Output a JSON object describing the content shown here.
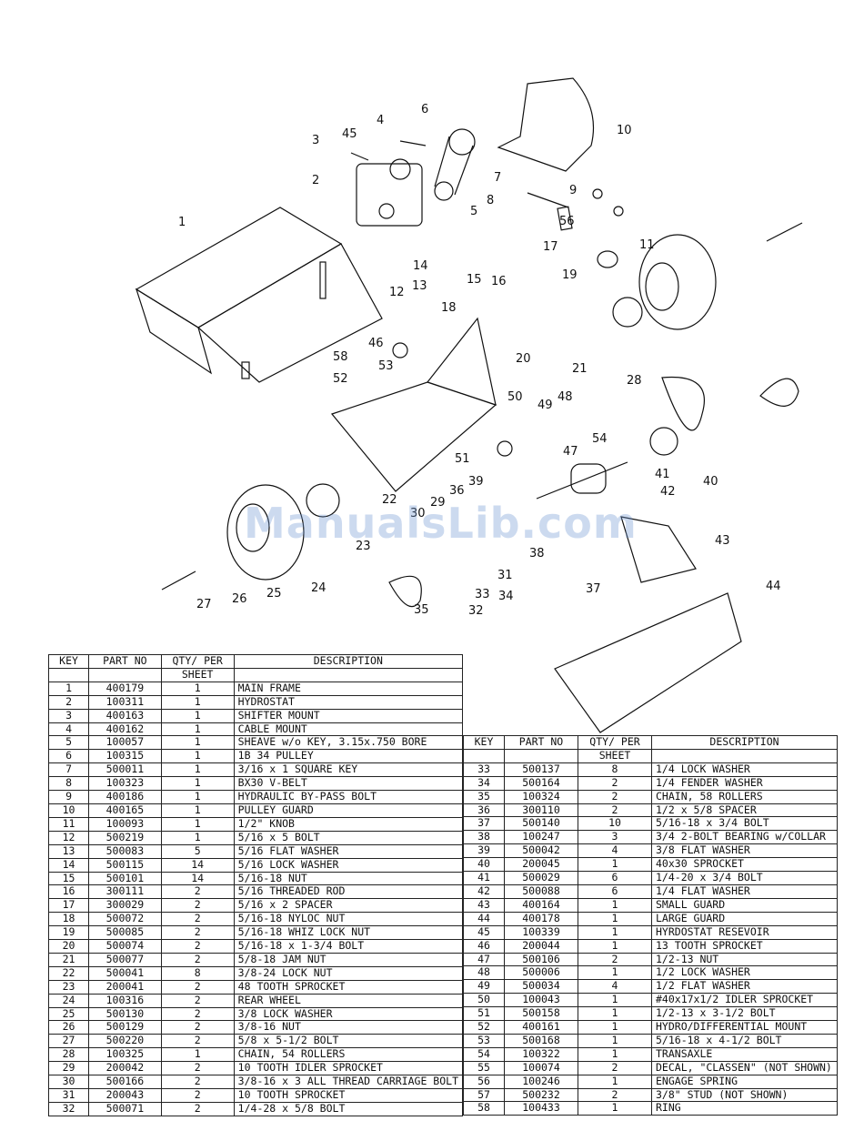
{
  "watermark": "ManualsLib.com",
  "callouts": [
    "1",
    "2",
    "3",
    "4",
    "5",
    "6",
    "7",
    "8",
    "9",
    "10",
    "11",
    "12",
    "13",
    "14",
    "15",
    "16",
    "17",
    "18",
    "19",
    "20",
    "21",
    "22",
    "23",
    "24",
    "25",
    "26",
    "27",
    "28",
    "29",
    "30",
    "31",
    "32",
    "33",
    "34",
    "35",
    "36",
    "37",
    "38",
    "39",
    "40",
    "41",
    "42",
    "43",
    "44",
    "45",
    "46",
    "47",
    "48",
    "49",
    "50",
    "51",
    "52",
    "53",
    "54",
    "56",
    "58"
  ],
  "table_left": {
    "headers": [
      "KEY",
      "PART NO",
      "QTY/ PER",
      "DESCRIPTION"
    ],
    "subheader": "SHEET",
    "rows": [
      [
        "1",
        "400179",
        "1",
        "MAIN FRAME"
      ],
      [
        "2",
        "100311",
        "1",
        "HYDROSTAT"
      ],
      [
        "3",
        "400163",
        "1",
        "SHIFTER MOUNT"
      ],
      [
        "4",
        "400162",
        "1",
        "CABLE MOUNT"
      ],
      [
        "5",
        "100057",
        "1",
        "SHEAVE w/o KEY, 3.15x.750 BORE"
      ],
      [
        "6",
        "100315",
        "1",
        "1B 34 PULLEY"
      ],
      [
        "7",
        "500011",
        "1",
        "3/16 x 1 SQUARE KEY"
      ],
      [
        "8",
        "100323",
        "1",
        "BX30 V-BELT"
      ],
      [
        "9",
        "400186",
        "1",
        "HYDRAULIC BY-PASS BOLT"
      ],
      [
        "10",
        "400165",
        "1",
        "PULLEY GUARD"
      ],
      [
        "11",
        "100093",
        "1",
        "1/2\" KNOB"
      ],
      [
        "12",
        "500219",
        "1",
        "5/16 x 5 BOLT"
      ],
      [
        "13",
        "500083",
        "5",
        "5/16 FLAT WASHER"
      ],
      [
        "14",
        "500115",
        "14",
        "5/16 LOCK WASHER"
      ],
      [
        "15",
        "500101",
        "14",
        "5/16-18 NUT"
      ],
      [
        "16",
        "300111",
        "2",
        "5/16 THREADED ROD"
      ],
      [
        "17",
        "300029",
        "2",
        "5/16 x 2 SPACER"
      ],
      [
        "18",
        "500072",
        "2",
        "5/16-18 NYLOC NUT"
      ],
      [
        "19",
        "500085",
        "2",
        "5/16-18 WHIZ LOCK NUT"
      ],
      [
        "20",
        "500074",
        "2",
        "5/16-18 x 1-3/4 BOLT"
      ],
      [
        "21",
        "500077",
        "2",
        "5/8-18 JAM NUT"
      ],
      [
        "22",
        "500041",
        "8",
        "3/8-24 LOCK NUT"
      ],
      [
        "23",
        "200041",
        "2",
        "48 TOOTH SPROCKET"
      ],
      [
        "24",
        "100316",
        "2",
        "REAR WHEEL"
      ],
      [
        "25",
        "500130",
        "2",
        "3/8 LOCK WASHER"
      ],
      [
        "26",
        "500129",
        "2",
        "3/8-16 NUT"
      ],
      [
        "27",
        "500220",
        "2",
        "5/8 x 5-1/2 BOLT"
      ],
      [
        "28",
        "100325",
        "1",
        "CHAIN, 54 ROLLERS"
      ],
      [
        "29",
        "200042",
        "2",
        "10 TOOTH IDLER SPROCKET"
      ],
      [
        "30",
        "500166",
        "2",
        "3/8-16 x 3 ALL THREAD CARRIAGE BOLT"
      ],
      [
        "31",
        "200043",
        "2",
        "10 TOOTH SPROCKET"
      ],
      [
        "32",
        "500071",
        "2",
        "1/4-28 x 5/8 BOLT"
      ]
    ]
  },
  "table_right": {
    "headers": [
      "KEY",
      "PART NO",
      "QTY/ PER",
      "DESCRIPTION"
    ],
    "subheader": "SHEET",
    "rows": [
      [
        "33",
        "500137",
        "8",
        "1/4 LOCK WASHER"
      ],
      [
        "34",
        "500164",
        "2",
        "1/4 FENDER WASHER"
      ],
      [
        "35",
        "100324",
        "2",
        "CHAIN, 58 ROLLERS"
      ],
      [
        "36",
        "300110",
        "2",
        "1/2 x 5/8 SPACER"
      ],
      [
        "37",
        "500140",
        "10",
        "5/16-18 x 3/4 BOLT"
      ],
      [
        "38",
        "100247",
        "3",
        "3/4 2-BOLT BEARING w/COLLAR"
      ],
      [
        "39",
        "500042",
        "4",
        "3/8 FLAT WASHER"
      ],
      [
        "40",
        "200045",
        "1",
        "40x30 SPROCKET"
      ],
      [
        "41",
        "500029",
        "6",
        "1/4-20 x 3/4 BOLT"
      ],
      [
        "42",
        "500088",
        "6",
        "1/4 FLAT WASHER"
      ],
      [
        "43",
        "400164",
        "1",
        "SMALL GUARD"
      ],
      [
        "44",
        "400178",
        "1",
        "LARGE GUARD"
      ],
      [
        "45",
        "100339",
        "1",
        "HYRDOSTAT RESEVOIR"
      ],
      [
        "46",
        "200044",
        "1",
        "13 TOOTH SPROCKET"
      ],
      [
        "47",
        "500106",
        "2",
        "1/2-13 NUT"
      ],
      [
        "48",
        "500006",
        "1",
        "1/2 LOCK WASHER"
      ],
      [
        "49",
        "500034",
        "4",
        "1/2 FLAT WASHER"
      ],
      [
        "50",
        "100043",
        "1",
        "#40x17x1/2 IDLER SPROCKET"
      ],
      [
        "51",
        "500158",
        "1",
        "1/2-13 x 3-1/2 BOLT"
      ],
      [
        "52",
        "400161",
        "1",
        "HYDRO/DIFFERENTIAL MOUNT"
      ],
      [
        "53",
        "500168",
        "1",
        "5/16-18 x 4-1/2 BOLT"
      ],
      [
        "54",
        "100322",
        "1",
        "TRANSAXLE"
      ],
      [
        "55",
        "100074",
        "2",
        "DECAL, \"CLASSEN\" (NOT SHOWN)"
      ],
      [
        "56",
        "100246",
        "1",
        "ENGAGE SPRING"
      ],
      [
        "57",
        "500232",
        "2",
        "3/8\" STUD (NOT SHOWN)"
      ],
      [
        "58",
        "100433",
        "1",
        "RING"
      ]
    ]
  }
}
